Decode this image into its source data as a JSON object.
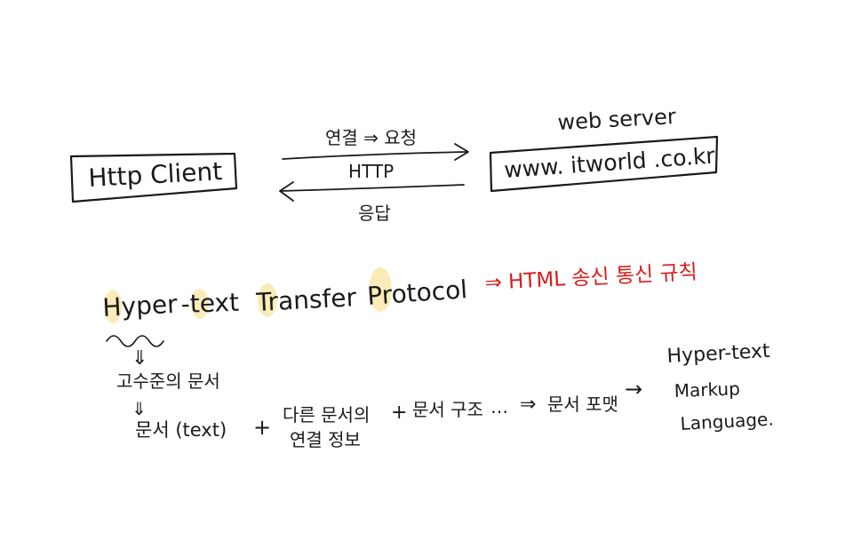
{
  "client_box": {
    "label": "Http Client"
  },
  "server_box": {
    "caption": "web server",
    "label": "www. itworld .co.kr"
  },
  "request_label": "연결 ⇒ 요청",
  "protocol_label": "HTTP",
  "response_label": "응답",
  "expansion": {
    "words": [
      "Hyper",
      "-text",
      "Transfer",
      "Protocol"
    ],
    "red_note": "⇒ HTML 송신 통신 규칙"
  },
  "breakdown": {
    "level1": "고수준의 문서",
    "arrow1": "⇓",
    "arrow2": "⇓",
    "term_document": "문서 (text)",
    "plus1": "+",
    "term_link_line1": "다른 문서의",
    "term_link_line2": "연결 정보",
    "plus2": "+",
    "term_structure": "문서 구조",
    "ellipsis": "…",
    "implies": "⇒",
    "term_format": "문서 포맷",
    "arrow_to": "→"
  },
  "html_expansion": {
    "line1": "Hyper-text",
    "line2": "Markup",
    "line3": "Language."
  }
}
